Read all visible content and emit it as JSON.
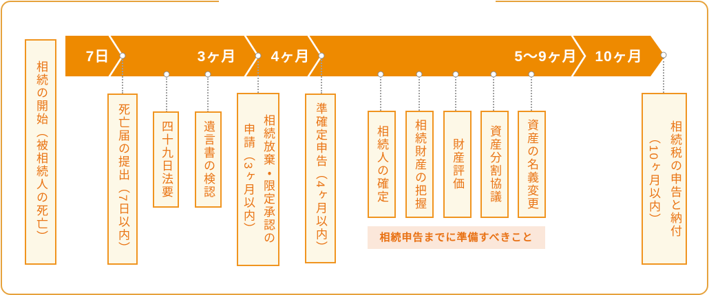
{
  "colors": {
    "bar_orange": "#EE8A00",
    "box_border": "#F0941F",
    "box_fill": "#FDF8E7",
    "text_orange": "#E97414",
    "note_bg": "#FBE7DA",
    "card_border": "#E6A23C",
    "connector_grey": "#9E9E9E"
  },
  "timeline": {
    "labels": [
      {
        "text": "7日"
      },
      {
        "text": "3ヶ月"
      },
      {
        "text": "4ヶ月"
      },
      {
        "text": "5〜9ヶ月"
      },
      {
        "text": "10ヶ月"
      }
    ]
  },
  "boxes": {
    "start": {
      "label": "相続の開始（被相続人の死亡）"
    },
    "death_notice": {
      "label": "死亡届の提出（7日以内）"
    },
    "memorial_49": {
      "label": "四十九日法要"
    },
    "will_probate": {
      "label": "遺言書の検認"
    },
    "renunciation": {
      "label": "相続放棄・限定承認の\n申請（3ヶ月以内）"
    },
    "quasi_final_return": {
      "label": "準確定申告（4ヶ月以内）"
    },
    "heir_determination": {
      "label": "相続人の確定"
    },
    "estate_assessment": {
      "label": "相続財産の把握"
    },
    "property_valuation": {
      "label": "財産評価"
    },
    "asset_division": {
      "label": "資産分割協議"
    },
    "asset_name_change": {
      "label": "資産の名義変更"
    },
    "tax_filing": {
      "label": "相続税の申告と納付\n（10ヶ月以内）"
    }
  },
  "note": {
    "label": "相続申告までに準備すべきこと"
  }
}
